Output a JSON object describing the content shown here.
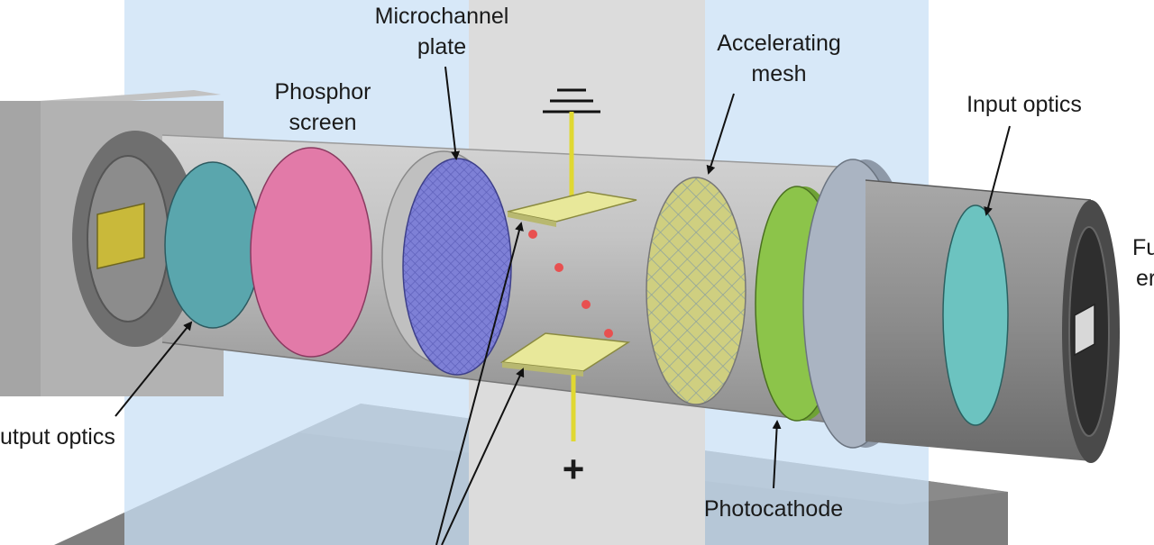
{
  "labels": {
    "microchannel_plate": [
      "Microchannel",
      "plate"
    ],
    "phosphor_screen": [
      "Phosphor",
      "screen"
    ],
    "accelerating_mesh": [
      "Accelerating",
      "mesh"
    ],
    "input_optics": "Input optics",
    "output_optics": "utput optics",
    "photocathode": "Photocathode",
    "cut_right": [
      "Fu",
      "er"
    ]
  },
  "symbols": {
    "plus": "+"
  },
  "colors": {
    "background_panel": "#c9e0f5",
    "tube_body": "#c8c8c8",
    "input_lens": "#6cc3c0",
    "output_lens": "#5aa6ad",
    "phosphor": "#e27aa8",
    "microchannel": "#7e80d6",
    "mesh": "#cfcf80",
    "photocathode": "#8cc44a",
    "electrode": "#e8e89a",
    "electron": "#e85050"
  }
}
